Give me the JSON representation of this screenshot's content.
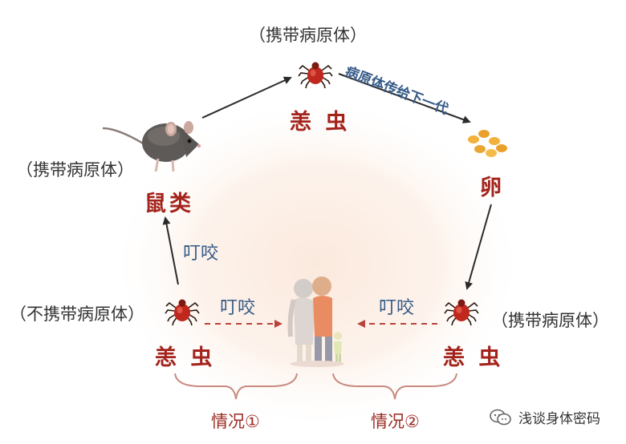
{
  "labels": {
    "carrier": "（携带病原体）",
    "non_carrier": "（不携带病原体）",
    "chigger": "恙 虫",
    "rodent": "鼠类",
    "egg": "卵",
    "bite": "叮咬",
    "transmit": "病原体传给下一代",
    "case1": "情况①",
    "case2": "情况②"
  },
  "watermark": "浅谈身体密码",
  "colors": {
    "mite": "#c0281e",
    "arrow": "#2b2b2b",
    "label_red": "#a3231b",
    "label_blue": "#355a86",
    "bracket": "#c98a80",
    "egg": "#f2b13a"
  }
}
